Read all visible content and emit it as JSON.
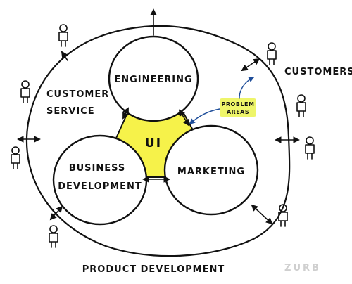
{
  "outer_label": "PRODUCT DEVELOPMENT",
  "customers_label": "CUSTOMERS",
  "customer_service": {
    "line1": "CUSTOMER",
    "line2": "SERVICE"
  },
  "circles": {
    "engineering": "ENGINEERING",
    "business_development": {
      "line1": "BUSINESS",
      "line2": "DEVELOPMENT"
    },
    "marketing": "MARKETING"
  },
  "center_label": "UI",
  "callout": {
    "line1": "PROBLEM",
    "line2": "AREAS"
  },
  "logo": "ZURB",
  "colors": {
    "ui_fill": "#f6f24a",
    "callout_fill": "#eef56a",
    "callout_arrow": "#1f4e9a",
    "logo": "#cfcfcf"
  }
}
